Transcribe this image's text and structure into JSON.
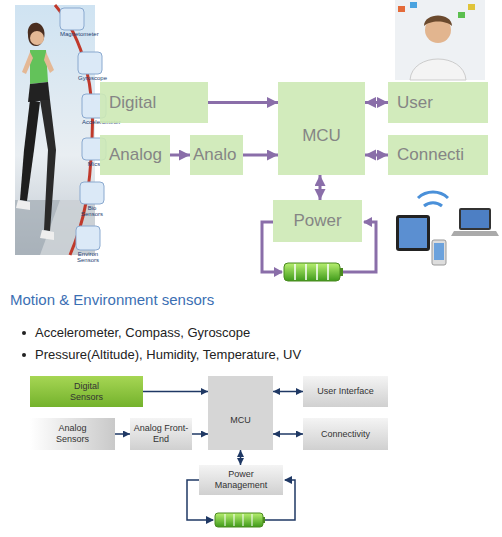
{
  "diagram": {
    "title": "Motion & Environment sensors",
    "nodes": [
      {
        "text": [
          "Digital"
        ]
      },
      {
        "text": [
          "Analog"
        ]
      },
      {
        "text": [
          "Analo"
        ]
      },
      {
        "text": [
          "MCU"
        ]
      },
      {
        "text": [
          "User"
        ]
      },
      {
        "text": [
          "Connecti"
        ]
      },
      {
        "text": [
          "Power"
        ]
      },
      {
        "text": [
          "Digital Sensors"
        ]
      },
      {
        "text": [
          "Analog Sensors"
        ]
      },
      {
        "text": [
          "Analog Front-End"
        ]
      },
      {
        "text": [
          "MCU"
        ]
      },
      {
        "text": [
          "User Interface"
        ]
      },
      {
        "text": [
          "Connectivity"
        ]
      },
      {
        "text": [
          "Power Management"
        ]
      }
    ],
    "edges": [
      {
        "from": 0,
        "to": 3,
        "arrow": "to"
      },
      {
        "from": 1,
        "to": 2,
        "arrow": "to"
      },
      {
        "from": 2,
        "to": 3,
        "arrow": "to"
      },
      {
        "from": 3,
        "to": 4,
        "arrow": "both"
      },
      {
        "from": 3,
        "to": 5,
        "arrow": "both"
      },
      {
        "from": 3,
        "to": 6,
        "arrow": "both"
      },
      {
        "from": 7,
        "to": 10,
        "arrow": "to"
      },
      {
        "from": 8,
        "to": 9,
        "arrow": "to"
      },
      {
        "from": 9,
        "to": 10,
        "arrow": "to"
      },
      {
        "from": 10,
        "to": 11,
        "arrow": "both"
      },
      {
        "from": 10,
        "to": 12,
        "arrow": "both"
      },
      {
        "from": 10,
        "to": 13,
        "arrow": "both"
      }
    ],
    "labels": [
      "Magnetometer",
      "Gyroscope",
      "Accelerometer",
      "Mics",
      "Bio Sensors",
      "Environ Sensors",
      "Accelerometer, Compass, Gyroscope",
      "Pressure(Altitude), Humidity, Temperature, UV"
    ]
  }
}
